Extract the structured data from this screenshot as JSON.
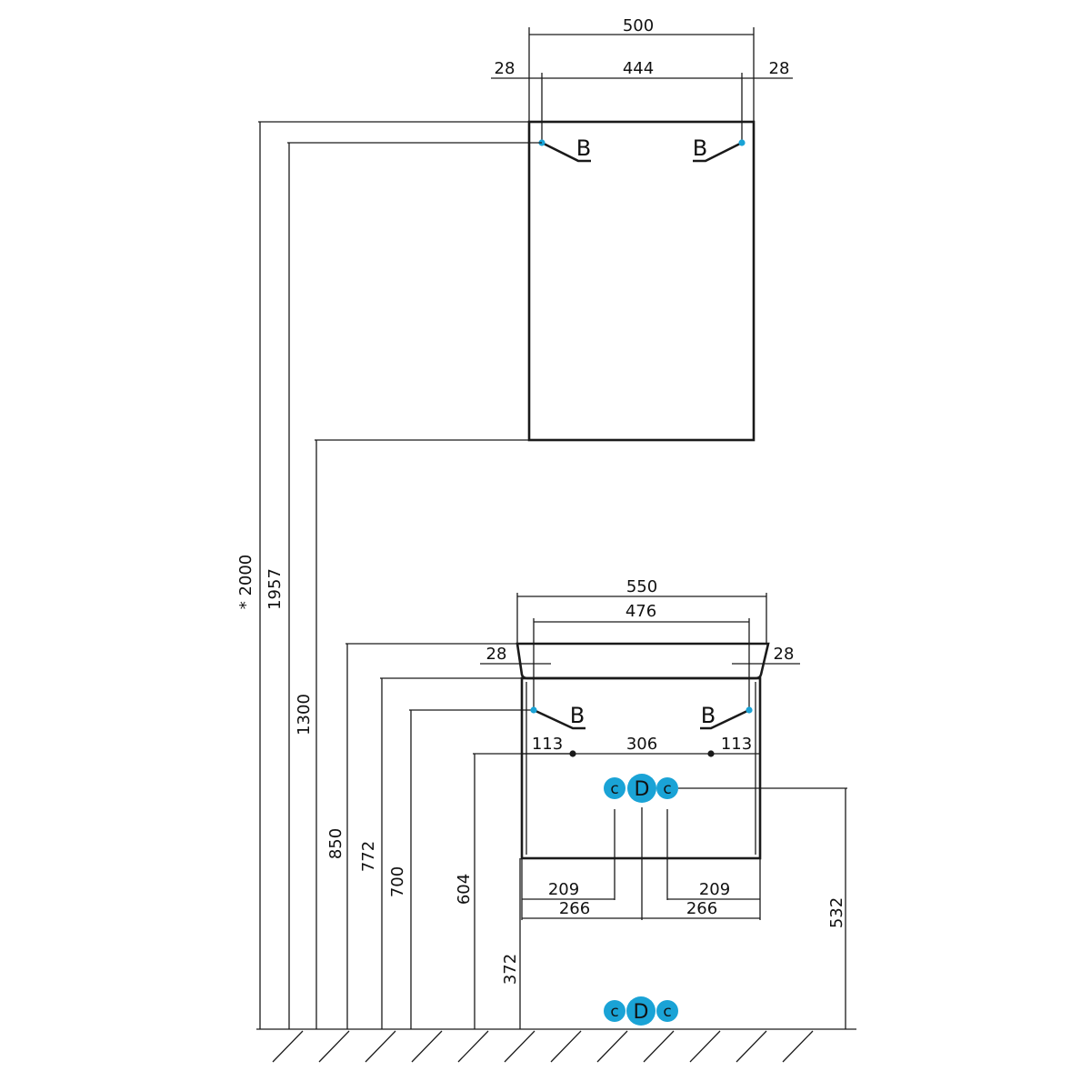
{
  "colors": {
    "line": "#1a1a1a",
    "accent": "#1aa3d6"
  },
  "labels": {
    "mount_point": "B",
    "connection_small": "c",
    "connection_large": "D"
  },
  "dimensions": {
    "cabinet_width": "500",
    "cabinet_edge_left": "28",
    "cabinet_mount_span": "444",
    "cabinet_edge_right": "28",
    "height_total": "* 2000",
    "height_cabinet_mount": "1957",
    "height_cabinet_bottom": "1300",
    "height_vanity_top": "850",
    "height_vanity_body_top": "772",
    "height_vanity_mount": "700",
    "height_vanity_holes": "604",
    "height_vanity_bottom": "372",
    "height_pipes": "532",
    "vanity_width": "550",
    "vanity_inner_width": "476",
    "vanity_edge_left": "28",
    "vanity_edge_right": "28",
    "hole_offset_left": "113",
    "hole_span": "306",
    "hole_offset_right": "113",
    "pipe_offset_left": "209",
    "pipe_center_left": "266",
    "pipe_offset_right": "209",
    "pipe_center_right": "266"
  }
}
